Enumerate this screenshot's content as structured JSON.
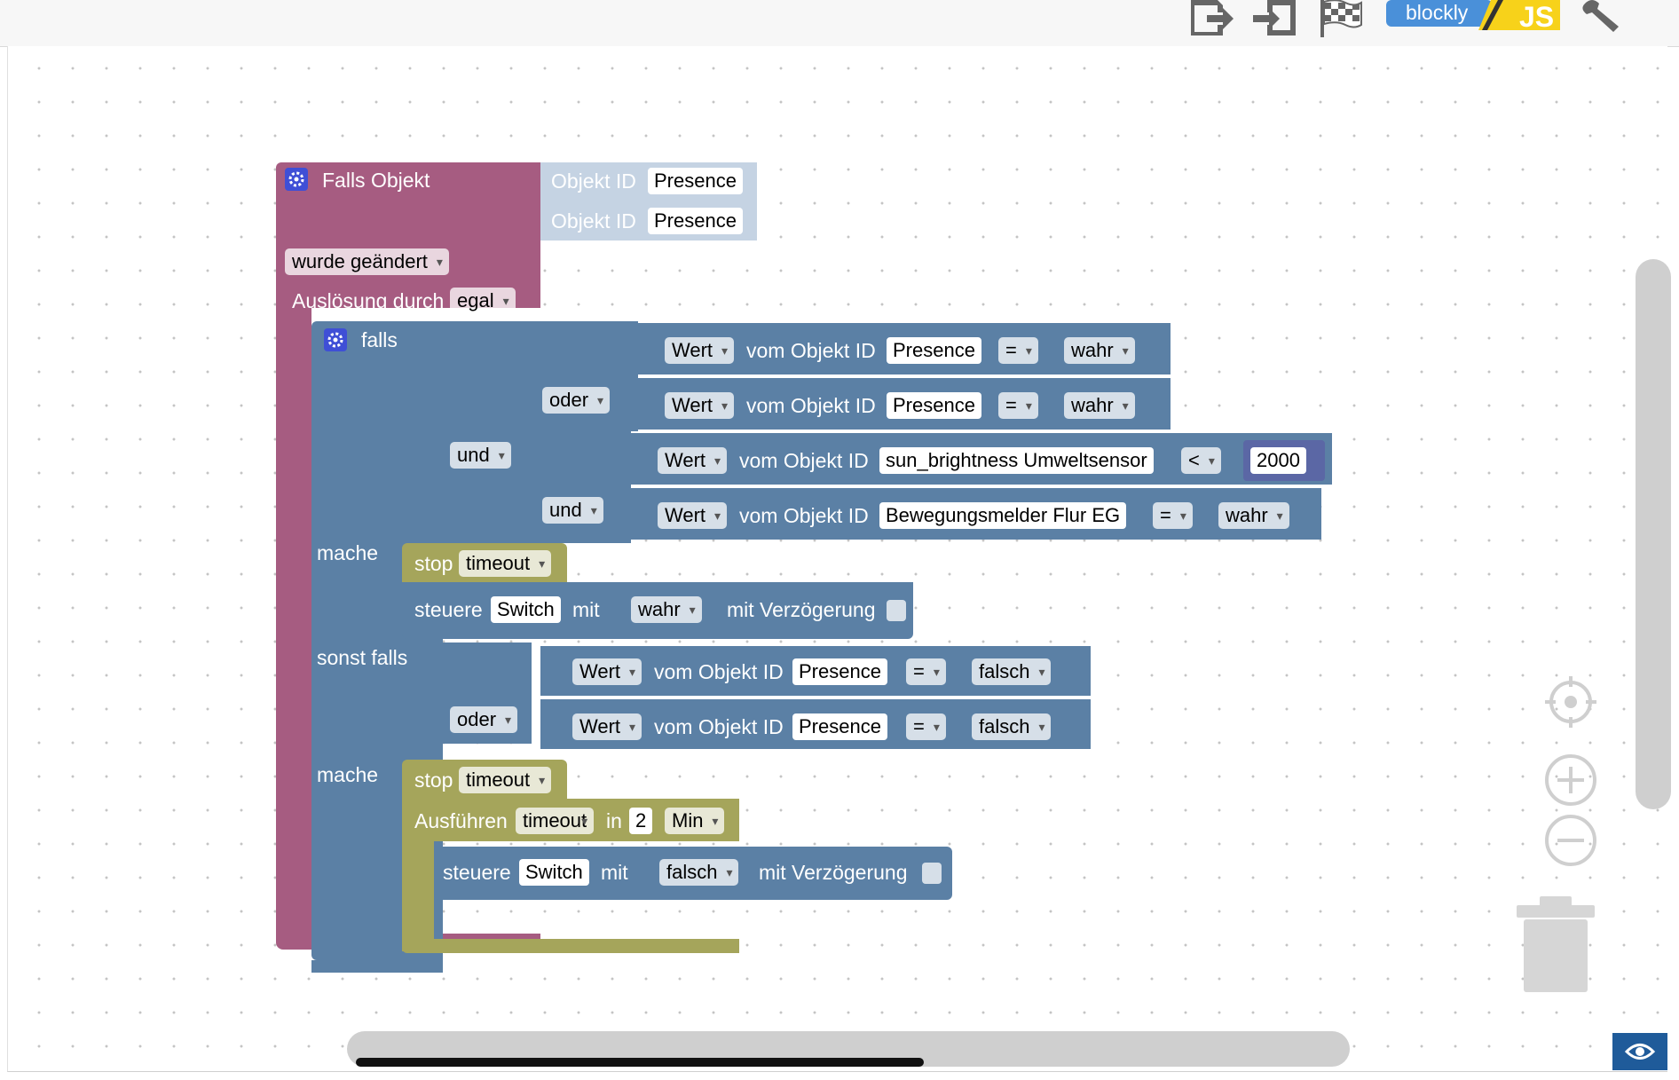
{
  "toolbar": {
    "icons": [
      "export-icon",
      "import-icon",
      "checkered-flag-icon",
      "wrench-icon"
    ],
    "logo_left": "blockly",
    "logo_right": "JS"
  },
  "trigger": {
    "title": "Falls Objekt",
    "id_label": "Objekt ID",
    "ids": [
      "Presence",
      "Presence"
    ],
    "event": "wurde geändert",
    "trigger_label": "Auslösung durch",
    "trigger_value": "egal"
  },
  "if_block": {
    "falls": "falls",
    "mache": "mache",
    "sonst_falls": "sonst falls",
    "und": "und",
    "oder": "oder"
  },
  "compare": {
    "wert": "Wert",
    "vom": "vom Objekt ID"
  },
  "conditions": [
    {
      "object": "Presence",
      "op": "=",
      "value": "wahr"
    },
    {
      "object": "Presence",
      "op": "=",
      "value": "wahr"
    },
    {
      "object": "sun_brightness Umweltsensor",
      "op": "<",
      "value": "2000"
    },
    {
      "object": "Bewegungsmelder Flur EG",
      "op": "=",
      "value": "wahr"
    },
    {
      "object": "Presence",
      "op": "=",
      "value": "falsch"
    },
    {
      "object": "Presence",
      "op": "=",
      "value": "falsch"
    }
  ],
  "actions": {
    "stop": "stop",
    "timeout_name": "timeout",
    "steuere": "steuere",
    "target": "Switch",
    "mit": "mit",
    "delay_label": "mit Verzögerung",
    "set_value_1": "wahr",
    "set_value_2": "falsch",
    "execute": "Ausführen",
    "in": "in",
    "minutes": "2",
    "unit": "Min"
  },
  "colors": {
    "event_block": "#a65c81",
    "logic_block": "#5b80a5",
    "timer_block": "#a5a55b",
    "number_block": "#5b67a5"
  }
}
